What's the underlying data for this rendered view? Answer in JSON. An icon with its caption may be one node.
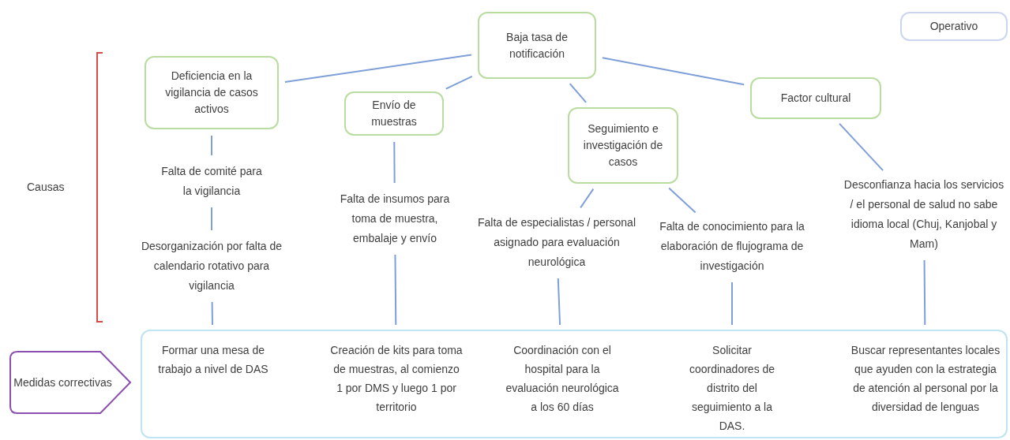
{
  "diagram": {
    "nodes": [
      {
        "text": [
          "Baja tasa de notificación"
        ]
      },
      {
        "text": [
          "Operativo"
        ]
      },
      {
        "text": [
          "Deficiencia en la vigilancia de casos activos"
        ]
      },
      {
        "text": [
          "Envío de muestras"
        ]
      },
      {
        "text": [
          "Seguimiento e investigación de casos"
        ]
      },
      {
        "text": [
          "Factor cultural"
        ]
      },
      {
        "text": [
          "Falta de comité para la vigilancia"
        ]
      },
      {
        "text": [
          "Desorganización por falta de calendario rotativo para vigilancia"
        ]
      },
      {
        "text": [
          "Falta de insumos para toma de muestra, embalaje y envío"
        ]
      },
      {
        "text": [
          "Falta de especialistas / personal asignado para evaluación neurológica"
        ]
      },
      {
        "text": [
          "Falta de conocimiento para la elaboración de flujograma de investigación"
        ]
      },
      {
        "text": [
          "Desconfianza hacia los servicios / el personal de salud no sabe idioma local (Chuj, Kanjobal y Mam)"
        ]
      },
      {
        "text": [
          "Medidas correctivas"
        ]
      },
      {
        "text": [],
        "shape": "box"
      },
      {
        "text": [
          "Formar una mesa de trabajo a nivel de DAS"
        ],
        "in": 13
      },
      {
        "text": [
          "Creación de kits para toma de muestras, al comienzo 1 por DMS y luego 1 por territorio"
        ],
        "in": 13
      },
      {
        "text": [
          "Coordinación con el hospital para la evaluación neurológica a los 60 días"
        ],
        "in": 13
      },
      {
        "text": [
          "Solicitar coordinadores de distrito del seguimiento a la DAS."
        ],
        "in": 13
      },
      {
        "text": [
          "Buscar representantes locales que ayuden con la estrategia de atención al personal por la diversidad de lenguas"
        ],
        "in": 13
      }
    ],
    "edges": [
      {
        "from": 0,
        "to": 2,
        "arrow": "none"
      },
      {
        "from": 0,
        "to": 3,
        "arrow": "none"
      },
      {
        "from": 0,
        "to": 4,
        "arrow": "none"
      },
      {
        "from": 0,
        "to": 5,
        "arrow": "none"
      },
      {
        "from": 2,
        "to": 6,
        "arrow": "none"
      },
      {
        "from": 6,
        "to": 7,
        "arrow": "none"
      },
      {
        "from": 7,
        "to": 14,
        "arrow": "none"
      },
      {
        "from": 3,
        "to": 8,
        "arrow": "none"
      },
      {
        "from": 8,
        "to": 15,
        "arrow": "none"
      },
      {
        "from": 4,
        "to": 9,
        "arrow": "none"
      },
      {
        "from": 4,
        "to": 10,
        "arrow": "none"
      },
      {
        "from": 9,
        "to": 16,
        "arrow": "none"
      },
      {
        "from": 10,
        "to": 17,
        "arrow": "none"
      },
      {
        "from": 5,
        "to": 11,
        "arrow": "none"
      },
      {
        "from": 11,
        "to": 18,
        "arrow": "none"
      }
    ],
    "labels": [
      "Causas"
    ]
  }
}
